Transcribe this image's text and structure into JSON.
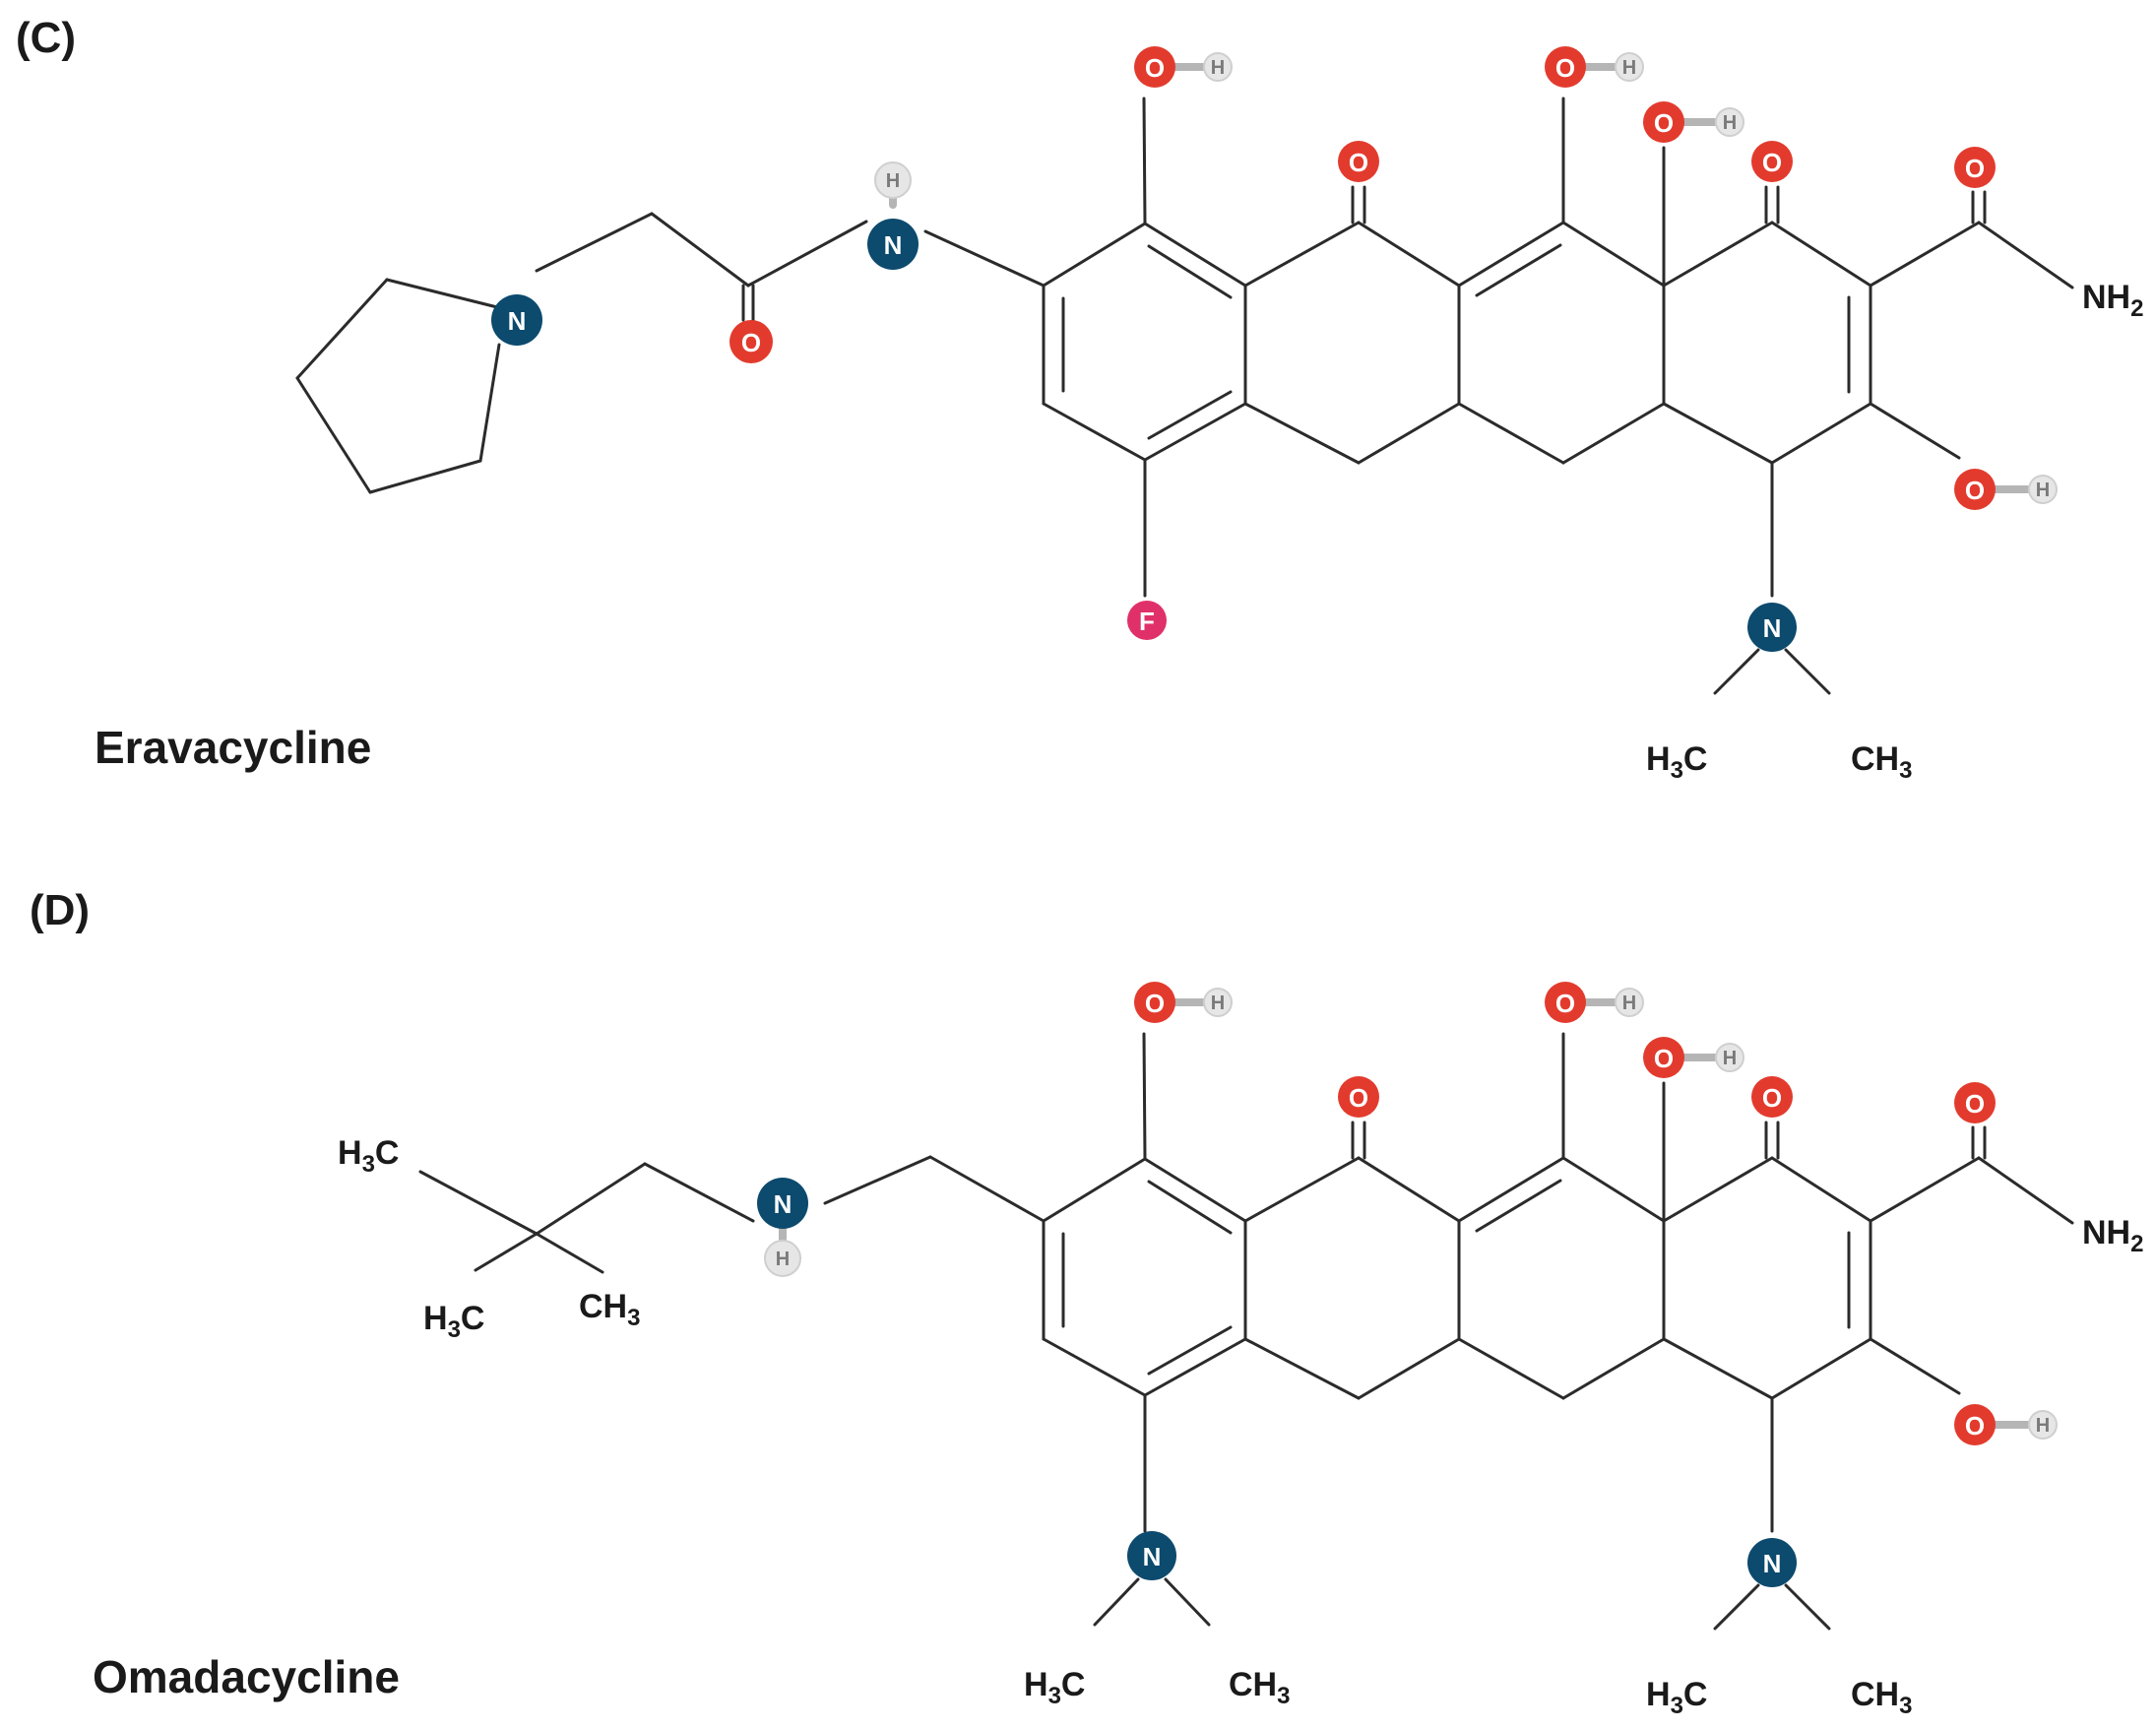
{
  "panels": [
    {
      "label": "(C)",
      "name": "Eravacycline"
    },
    {
      "label": "(D)",
      "name": "Omadacycline"
    }
  ],
  "atoms": {
    "O": "O",
    "H": "H",
    "N": "N",
    "F": "F"
  },
  "groups": {
    "NH2": [
      "NH",
      "2"
    ],
    "H3C": [
      "H",
      "3",
      "C"
    ],
    "CH3": [
      "CH",
      "3"
    ]
  },
  "colors": {
    "oxygen": "#e23b2e",
    "nitrogen": "#0c4a6e",
    "hydrogen": "#e6e6e6",
    "fluorine": "#e0306a",
    "bond": "#2b2b2b"
  }
}
